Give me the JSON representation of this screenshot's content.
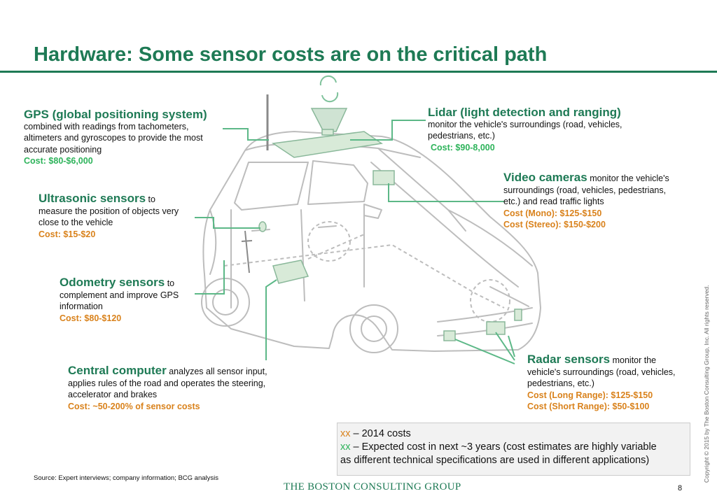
{
  "title": "Hardware: Some sensor costs are on the critical path",
  "sensors": {
    "gps": {
      "head": "GPS (global positioning system)",
      "desc1": "combined with readings from tachometers,",
      "desc2": "altimeters and gyroscopes to provide the most",
      "desc3": "accurate positioning",
      "cost": "Cost: $80-$6,000"
    },
    "lidar": {
      "head": "Lidar (light detection and ranging)",
      "desc1": "monitor the vehicle's surroundings (road, vehicles,",
      "desc2": "pedestrians, etc.)",
      "cost": "Cost: $90-8,000"
    },
    "video": {
      "head": "Video cameras",
      "tail": " monitor the vehicle's",
      "desc1": "surroundings (road, vehicles, pedestrians,",
      "desc2": "etc.) and read traffic lights",
      "cost1": "Cost (Mono): $125-$150",
      "cost2": "Cost (Stereo): $150-$200"
    },
    "ultrasonic": {
      "head": "Ultrasonic sensors",
      "tail": " to",
      "desc1": "measure the position of objects very",
      "desc2": "close to the vehicle",
      "cost": "Cost: $15-$20"
    },
    "odometry": {
      "head": "Odometry sensors",
      "tail": " to",
      "desc1": "complement and improve GPS",
      "desc2": "information",
      "cost": "Cost: $80-$120"
    },
    "computer": {
      "head": "Central computer",
      "tail": " analyzes all sensor input,",
      "desc1": "applies rules of the road and operates the steering,",
      "desc2": "accelerator and brakes",
      "cost": "Cost: ~50-200% of sensor costs"
    },
    "radar": {
      "head": "Radar sensors",
      "tail": " monitor the",
      "desc1": "vehicle's surroundings (road, vehicles,",
      "desc2": "pedestrians, etc.)",
      "cost1": "Cost (Long Range): $125-$150",
      "cost2": "Cost (Short Range): $50-$100"
    }
  },
  "legend": {
    "key1": "xx",
    "text1": " – 2014 costs",
    "key2": "xx",
    "text2": " – Expected cost in next ~3 years (cost estimates are highly variable",
    "text3": "as different technical specifications are used in different applications)",
    "color_2014": "#d9821c",
    "color_expected": "#2db35a"
  },
  "footer": {
    "source": "Source: Expert interviews; company information; BCG analysis",
    "logo": "THE BOSTON CONSULTING GROUP",
    "page": "8",
    "copyright": "Copyright © 2015 by The Boston Consulting Group, Inc. All rights reserved."
  },
  "colors": {
    "brand_green": "#1e7a55",
    "leader_green": "#5cb887",
    "car_outline": "#bdbdbd"
  }
}
